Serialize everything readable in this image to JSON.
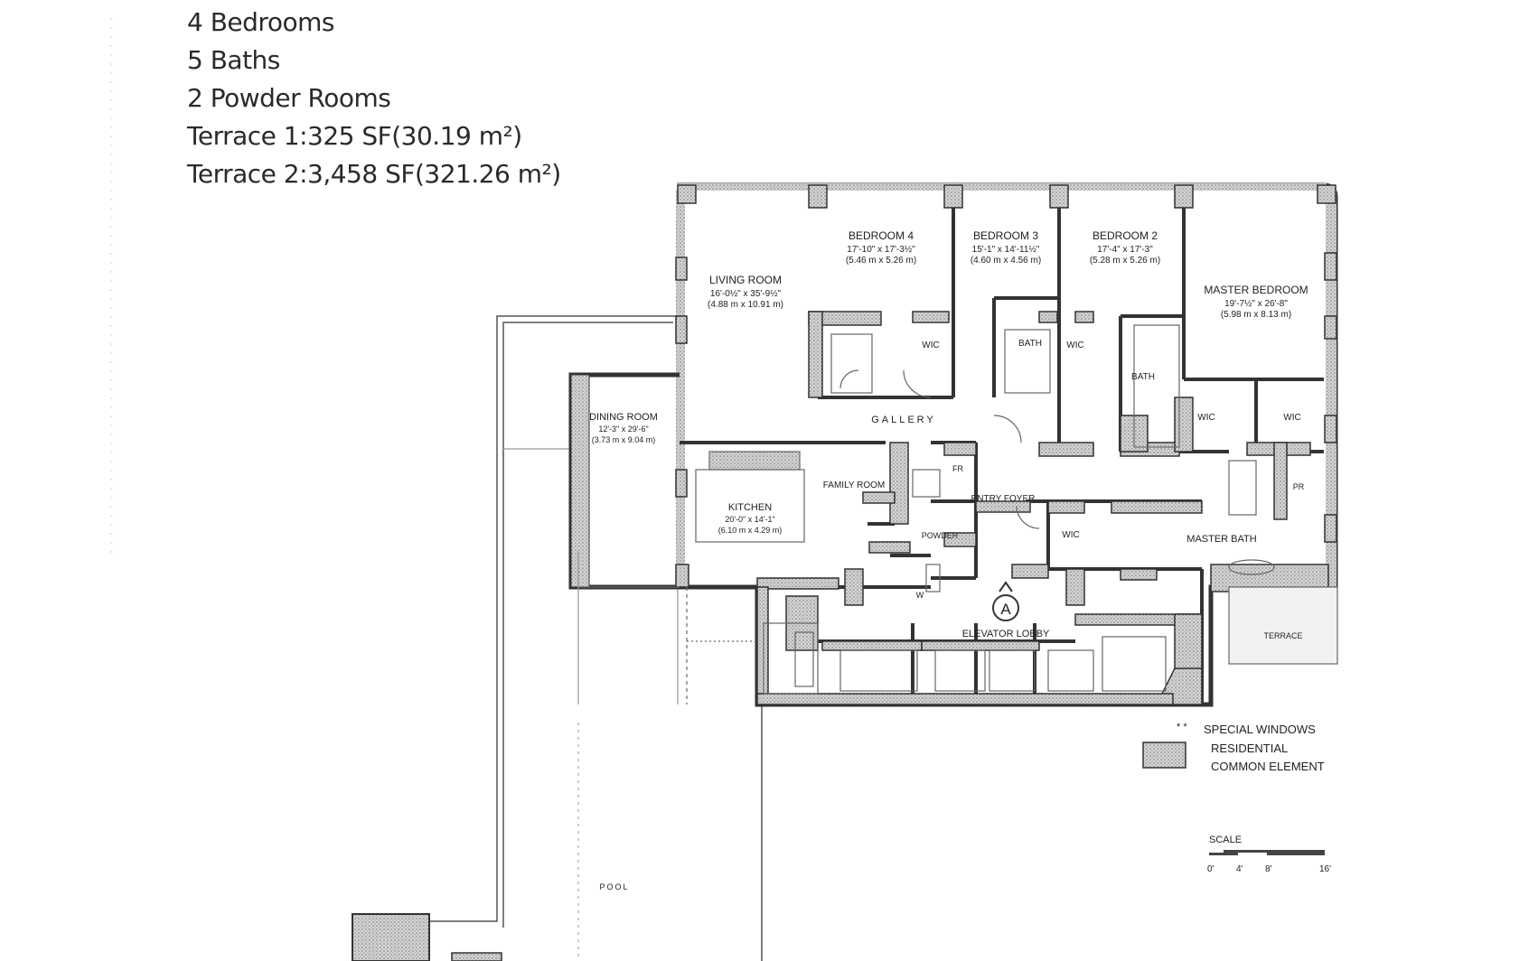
{
  "summary": {
    "bedrooms": "4 Bedrooms",
    "baths": "5 Baths",
    "powder_rooms": "2 Powder Rooms",
    "terrace1": "Terrace 1:325 SF(30.19 m²)",
    "terrace2": "Terrace 2:3,458 SF(321.26 m²)"
  },
  "rooms": {
    "living_room": {
      "name": "LIVING ROOM",
      "dim_imperial": "16'-0½\" x 35'-9½\"",
      "dim_metric": "(4.88 m x 10.91 m)"
    },
    "bedroom4": {
      "name": "BEDROOM 4",
      "dim_imperial": "17'-10\" x 17'-3½\"",
      "dim_metric": "(5.46 m x 5.26 m)"
    },
    "bedroom3": {
      "name": "BEDROOM 3",
      "dim_imperial": "15'-1\" x 14'-11½\"",
      "dim_metric": "(4.60 m x 4.56 m)"
    },
    "bedroom2": {
      "name": "BEDROOM 2",
      "dim_imperial": "17'-4\" x 17'-3\"",
      "dim_metric": "(5.28 m x 5.26 m)"
    },
    "master_bedroom": {
      "name": "MASTER BEDROOM",
      "dim_imperial": "19'-7½\" x 26'-8\"",
      "dim_metric": "(5.98 m x 8.13 m)"
    },
    "dining_room": {
      "name": "DINING ROOM",
      "dim_imperial": "12'-3\" x 29'-6\"",
      "dim_metric": "(3.73 m x 9.04 m)"
    },
    "kitchen": {
      "name": "KITCHEN",
      "dim_imperial": "20'-0\" x 14'-1\"",
      "dim_metric": "(6.10 m x 4.29 m)"
    },
    "family_room": {
      "name": "FAMILY ROOM"
    },
    "gallery": "GALLERY",
    "entry_foyer": "ENTRY FOYER",
    "powder_room": "POWDER",
    "master_bath": "MASTER BATH",
    "elevator_lobby": "ELEVATOR LOBBY",
    "terrace": "TERRACE",
    "pool": "POOL",
    "bath": "BATH",
    "wic": "WIC",
    "w": "W",
    "pr": "PR",
    "fr": "FR",
    "unit_marker": "A"
  },
  "legend": {
    "special_windows": "SPECIAL WINDOWS",
    "residential_common_1": "RESIDENTIAL",
    "residential_common_2": "COMMON ELEMENT",
    "marker": "* *"
  },
  "scale": {
    "label": "SCALE",
    "ticks": [
      "0'",
      "4'",
      "8'",
      "16'"
    ]
  },
  "colors": {
    "wall": "#3a3a3a",
    "wall_fill": "#9a9a9a",
    "hatch": "#b5b5b5",
    "line": "#444444"
  }
}
